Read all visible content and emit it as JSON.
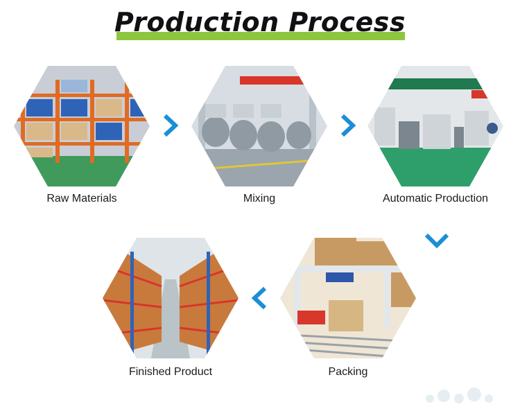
{
  "title": "Production Process",
  "steps": [
    {
      "label": "Raw Materials"
    },
    {
      "label": "Mixing"
    },
    {
      "label": "Automatic Production"
    },
    {
      "label": "Packing"
    },
    {
      "label": "Finished Product"
    }
  ],
  "arrows": [
    {
      "icon": "chevron-right-icon"
    },
    {
      "icon": "chevron-right-icon"
    },
    {
      "icon": "chevron-down-icon"
    },
    {
      "icon": "chevron-left-icon"
    }
  ],
  "colors": {
    "accent": "#8cc63f",
    "arrow": "#1b8fd6"
  }
}
